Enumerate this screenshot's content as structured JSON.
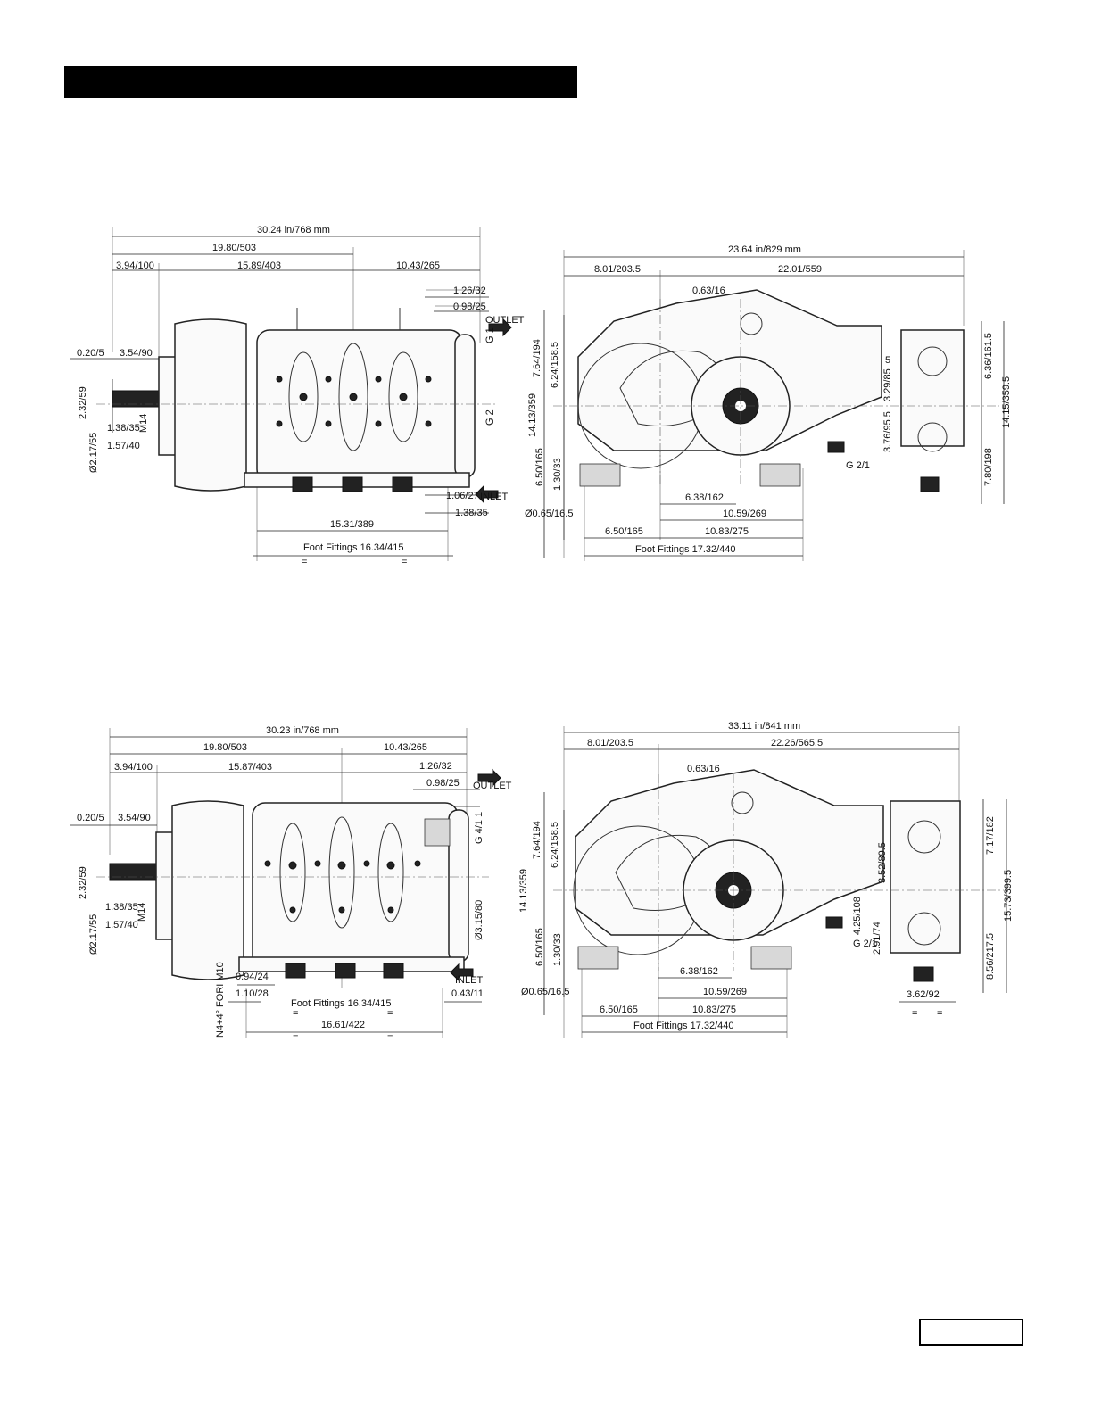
{
  "drawings": [
    {
      "side": {
        "overall": "30.24 in/768 mm",
        "d_shaft_to_manifold": "19.80/503",
        "d_right": "10.43/265",
        "d_left": "3.94/100",
        "d_mid": "15.89/403",
        "d_outlet_1": "1.26/32",
        "d_outlet_2": "0.98/25",
        "outlet": "OUTLET",
        "inlet": "INLET",
        "g_top": "G 1",
        "g_bottom": "G 2",
        "d_shaft_a": "0.20/5",
        "d_shaft_b": "3.54/90",
        "d_vert_shaft": "2.32/59",
        "d_key": "1.38/35",
        "d_thread": "M14",
        "d_shaft_dia": "Ø2.17/55",
        "d_shaft_len": "1.57/40",
        "d_inlet": "1.06/27",
        "d_inlet_b": "1.38/35",
        "d_feet": "15.31/389",
        "foot_fittings": "Foot Fittings 16.34/415",
        "eq": "="
      },
      "end": {
        "overall": "23.64 in/829 mm",
        "d_left": "8.01/203.5",
        "d_right": "22.01/559",
        "d_eye": "0.63/16",
        "v1": "7.64/194",
        "v2": "6.24/158.5",
        "v3": "14.13/359",
        "v4": "6.50/165",
        "v5": "1.30/33",
        "h1": "6.38/162",
        "h2": "10.59/269",
        "h3": "6.50/165",
        "h4": "10.83/275",
        "hole": "Ø0.65/16.5",
        "foot_fittings": "Foot Fittings 17.32/440",
        "r1": "6.36/161.5",
        "r2": "14.15/359.5",
        "r3": "7.80/198",
        "m1": "3.29/85",
        "m2": "3.76/95.5",
        "g": "G 2/1",
        "small": "5"
      }
    },
    {
      "side": {
        "overall": "30.23 in/768 mm",
        "d_shaft_to_manifold": "19.80/503",
        "d_right": "10.43/265",
        "d_left": "3.94/100",
        "d_mid": "15.87/403",
        "d_outlet_1": "1.26/32",
        "d_outlet_2": "0.98/25",
        "outlet": "OUTLET",
        "inlet": "INLET",
        "g_top": "G 4/1 1",
        "g_bottom": "Ø3.15/80",
        "d_shaft_a": "0.20/5",
        "d_shaft_b": "3.54/90",
        "d_vert_shaft": "2.32/59",
        "d_key": "1.38/35",
        "d_thread": "M14",
        "d_shaft_dia": "Ø2.17/55",
        "d_shaft_len": "1.57/40",
        "d_a": "0.94/24",
        "d_b": "1.10/28",
        "d_c": "0.43/11",
        "holes": "N4+4° FORI M10",
        "foot_fittings": "Foot Fittings 16.34/415",
        "d_feet": "16.61/422",
        "eq": "="
      },
      "end": {
        "overall": "33.11 in/841 mm",
        "d_left": "8.01/203.5",
        "d_right": "22.26/565.5",
        "d_eye": "0.63/16",
        "v1": "7.64/194",
        "v2": "6.24/158.5",
        "v3": "14.13/359",
        "v4": "6.50/165",
        "v5": "1.30/33",
        "h1": "6.38/162",
        "h2": "10.59/269",
        "h3": "6.50/165",
        "h4": "10.83/275",
        "hole": "Ø0.65/16.5",
        "foot_fittings": "Foot Fittings 17.32/440",
        "r1": "7.17/182",
        "r2": "15.73/399.5",
        "r3": "8.56/217.5",
        "m1": "3.52/89.5",
        "m2": "4.25/108",
        "m3": "2.91/74",
        "g": "G 2/1",
        "w": "3.62/92",
        "eq": "="
      }
    }
  ]
}
